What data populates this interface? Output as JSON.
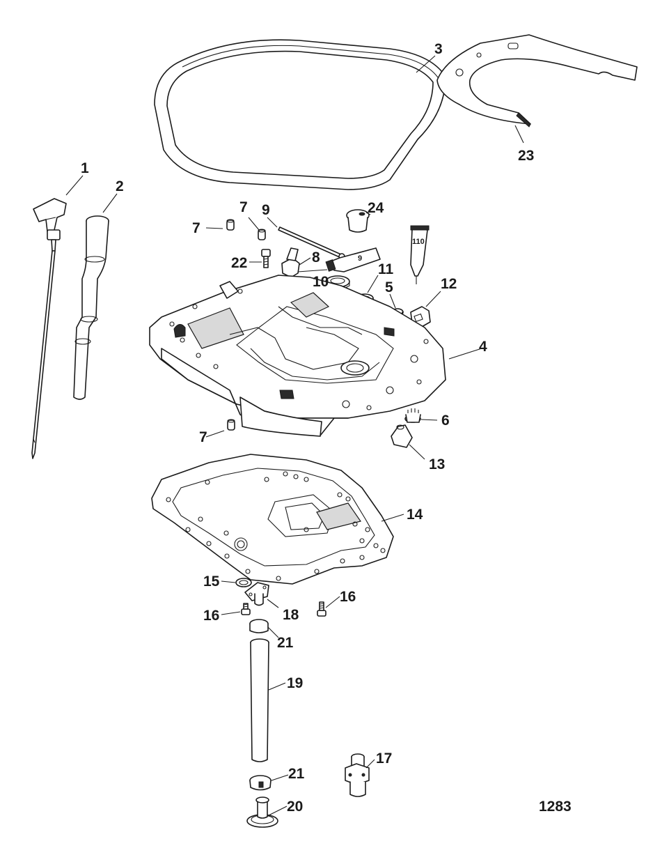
{
  "diagram_id": "1283",
  "callouts": {
    "c1": "1",
    "c2": "2",
    "c3": "3",
    "c4": "4",
    "c5": "5",
    "c6": "6",
    "c7a": "7",
    "c7b": "7",
    "c7c": "7",
    "c8": "8",
    "c9": "9",
    "c10": "10",
    "c11": "11",
    "c12": "12",
    "c13": "13",
    "c14": "14",
    "c15": "15",
    "c16a": "16",
    "c16b": "16",
    "c17": "17",
    "c18": "18",
    "c19": "19",
    "c20": "20",
    "c21a": "21",
    "c21b": "21",
    "c22": "22",
    "c23": "23",
    "c24": "24"
  },
  "labels": {
    "tube_9": "9",
    "tube_110": "110"
  }
}
